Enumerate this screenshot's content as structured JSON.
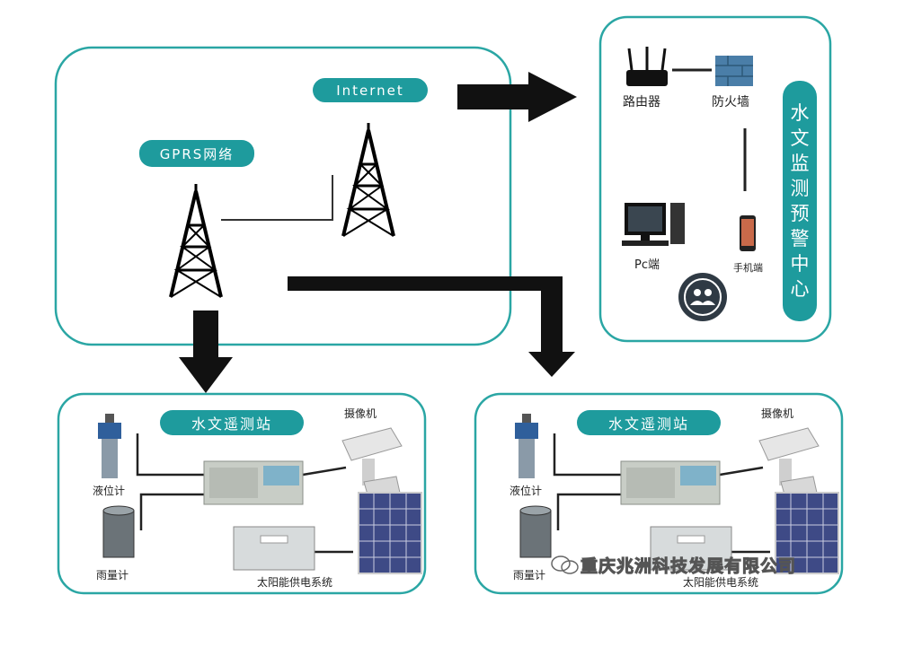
{
  "colors": {
    "teal": "#1e9b9d",
    "border": "#2aa6a4",
    "arrow": "#111111",
    "line": "#333333"
  },
  "network": {
    "internet_label": "Internet",
    "gprs_label": "GPRS网络"
  },
  "center": {
    "router_label": "路由器",
    "firewall_label": "防火墙",
    "pc_label": "Pc端",
    "phone_label": "手机端",
    "title_chars": [
      "水",
      "文",
      "监",
      "测",
      "预",
      "警",
      "中",
      "心"
    ],
    "users_icon": "users-icon"
  },
  "stations": [
    {
      "title": "水文遥测站",
      "level_label": "液位计",
      "rain_label": "雨量计",
      "camera_label": "摄像机",
      "solar_label": "太阳能供电系统"
    },
    {
      "title": "水文遥测站",
      "level_label": "液位计",
      "rain_label": "雨量计",
      "camera_label": "摄像机",
      "solar_label": "太阳能供电系统"
    }
  ],
  "watermark": {
    "icon": "wechat-icon",
    "text": "重庆兆洲科技发展有限公司"
  }
}
